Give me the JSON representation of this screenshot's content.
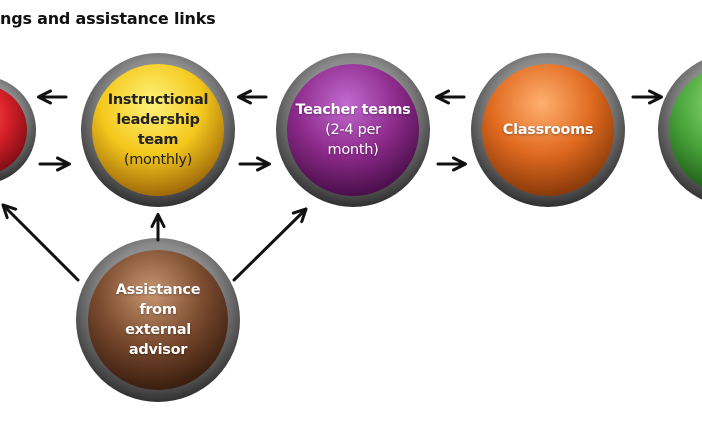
{
  "heading": "ngs and assistance links",
  "nodes": {
    "red": {
      "color": "#d8202a"
    },
    "instructional": {
      "lines": [
        "Instructional",
        "leadership",
        "team"
      ],
      "sub": "(monthly)",
      "color": "#f4c81c"
    },
    "teacher": {
      "lines": [
        "Teacher teams"
      ],
      "sub_lines": [
        "(2-4 per",
        "month)"
      ],
      "color": "#8e2b8c"
    },
    "classrooms": {
      "lines": [
        "Classrooms"
      ],
      "color": "#e06a1f"
    },
    "green": {
      "color": "#4aa53b"
    },
    "assistance": {
      "lines": [
        "Assistance",
        "from",
        "external",
        "advisor"
      ],
      "color": "#7a4a2e"
    }
  }
}
